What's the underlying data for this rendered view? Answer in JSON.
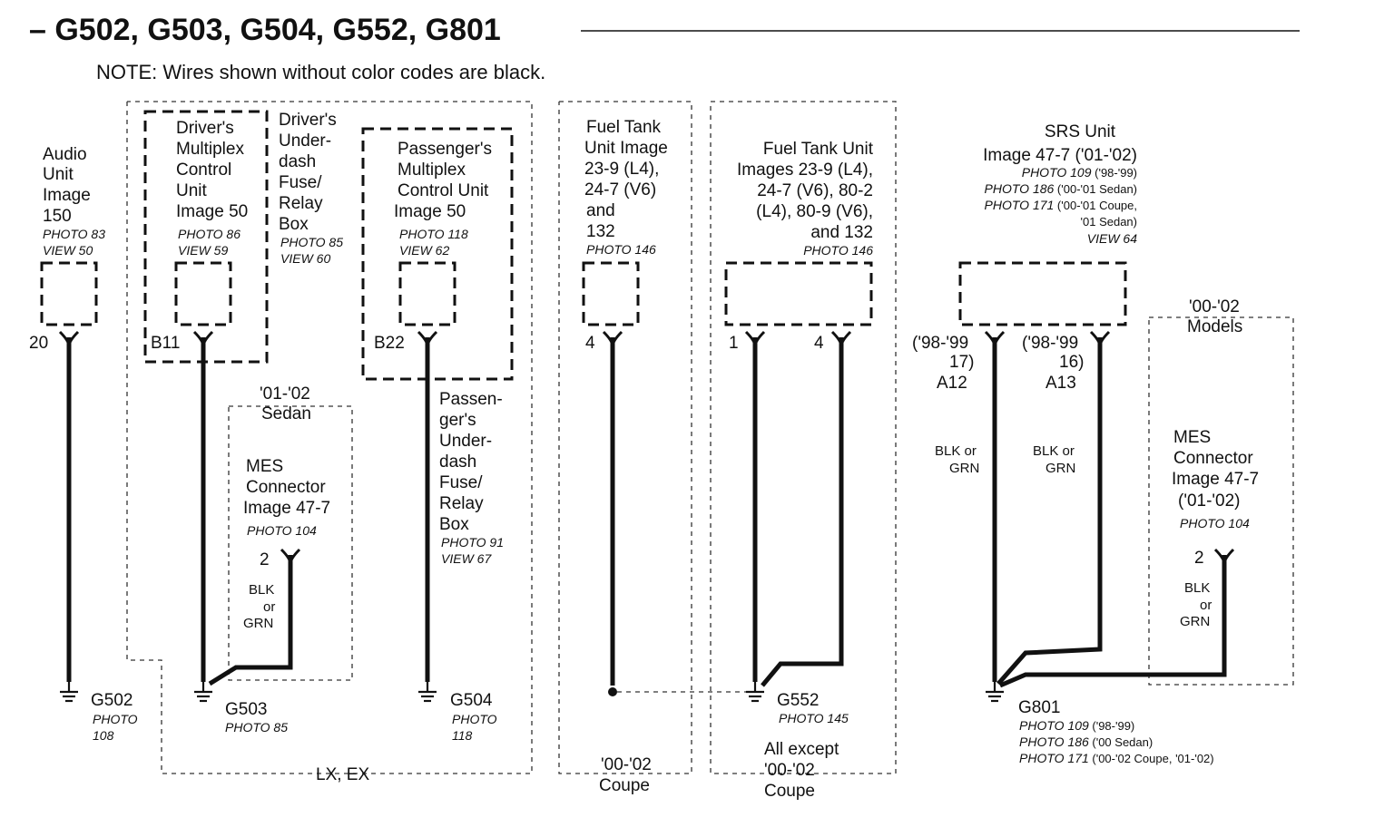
{
  "title": "– G502, G503, G504, G552, G801",
  "note": "NOTE: Wires shown without color codes are black.",
  "components": {
    "audio_unit": {
      "lines": [
        "Audio",
        "Unit",
        "Image",
        "150"
      ],
      "photo": "PHOTO 83",
      "view": "VIEW 50",
      "pin": "20"
    },
    "drivers_mcu": {
      "lines": [
        "Driver's",
        "Multiplex",
        "Control",
        "Unit",
        "Image 50"
      ],
      "photo": "PHOTO 86",
      "view": "VIEW 59",
      "pin": "B11"
    },
    "drivers_fuse_box": {
      "lines": [
        "Driver's",
        "Under-",
        "dash",
        "Fuse/",
        "Relay",
        "Box"
      ],
      "photo": "PHOTO 85",
      "view": "VIEW 60"
    },
    "passengers_mcu": {
      "lines": [
        "Passenger's",
        "Multiplex",
        "Control Unit",
        "Image 50"
      ],
      "photo": "PHOTO 118",
      "view": "VIEW 62",
      "pin": "B22"
    },
    "passengers_fuse_box": {
      "lines": [
        "Passen-",
        "ger's",
        "Under-",
        "dash",
        "Fuse/",
        "Relay",
        "Box"
      ],
      "photo": "PHOTO 91",
      "view": "VIEW 67"
    },
    "mes_sedan": {
      "group": [
        "'01-'02",
        "Sedan"
      ],
      "lines": [
        "MES",
        "Connector",
        "Image 47-7"
      ],
      "photo": "PHOTO 104",
      "pin": "2",
      "color": [
        "BLK",
        "or",
        "GRN"
      ]
    },
    "fuel_tank_coupe": {
      "lines": [
        "Fuel Tank",
        "Unit Image",
        "23-9 (L4),",
        "24-7 (V6)",
        "and",
        "132"
      ],
      "photo": "PHOTO 146",
      "pin": "4"
    },
    "fuel_tank_other": {
      "lines": [
        "Fuel Tank Unit",
        "Images 23-9 (L4),",
        "24-7 (V6), 80-2",
        "(L4), 80-9 (V6),",
        "and 132"
      ],
      "photo": "PHOTO 146",
      "pin1": "1",
      "pin2": "4"
    },
    "srs_unit": {
      "lines": [
        "SRS Unit",
        "Image 47-7 ('01-'02)"
      ],
      "photos": [
        {
          "ref": "PHOTO 109",
          "note": " ('98-'99)"
        },
        {
          "ref": "PHOTO 186",
          "note": " ('00-'01 Sedan)"
        },
        {
          "ref": "PHOTO 171",
          "note": " ('00-'01 Coupe,"
        },
        {
          "ref": "",
          "note": "'01 Sedan)"
        }
      ],
      "view": "VIEW 64",
      "pin_a": [
        "('98-'99",
        "17)",
        "A12"
      ],
      "pin_b": [
        "('98-'99",
        "16)",
        "A13"
      ],
      "color": [
        "BLK or",
        "GRN"
      ]
    },
    "mes_models": {
      "group": [
        "'00-'02",
        "Models"
      ],
      "lines": [
        "MES",
        "Connector",
        "Image 47-7",
        "('01-'02)"
      ],
      "photo": "PHOTO 104",
      "pin": "2",
      "color": [
        "BLK",
        "or",
        "GRN"
      ]
    }
  },
  "grounds": {
    "g502": {
      "name": "G502",
      "photo": [
        "PHOTO",
        "108"
      ]
    },
    "g503": {
      "name": "G503",
      "photo": "PHOTO 85"
    },
    "g504": {
      "name": "G504",
      "photo": [
        "PHOTO",
        "118"
      ]
    },
    "g552": {
      "name": "G552",
      "photo": "PHOTO 145"
    },
    "g801": {
      "name": "G801",
      "photos": [
        {
          "ref": "PHOTO 109",
          "note": " ('98-'99)"
        },
        {
          "ref": "PHOTO 186",
          "note": " ('00 Sedan)"
        },
        {
          "ref": "PHOTO 171",
          "note": " ('00-'02 Coupe, '01-'02)"
        }
      ]
    }
  },
  "groups": {
    "lx_ex": "LX, EX",
    "coupe": [
      "'00-'02",
      "Coupe"
    ],
    "all_except": [
      "All except",
      "'00-'02",
      "Coupe"
    ]
  }
}
